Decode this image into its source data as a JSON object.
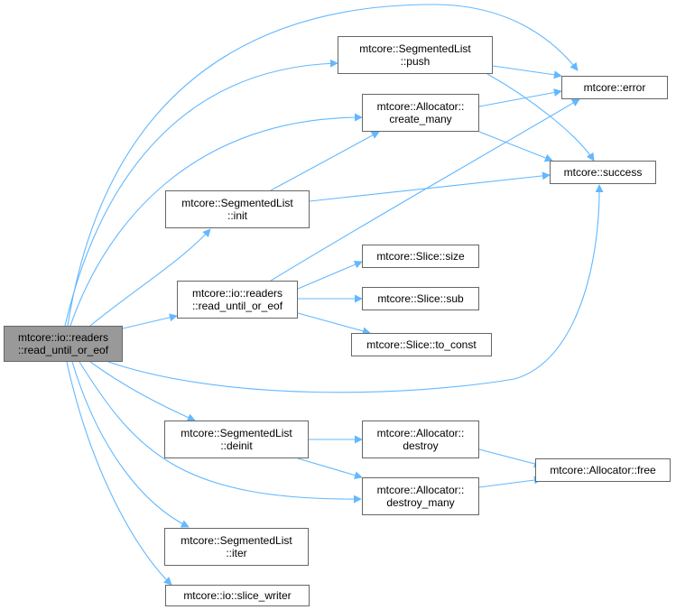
{
  "nodes": [
    {
      "id": "root",
      "lines": [
        "mtcore::io::readers",
        "::read_until_or_eof"
      ],
      "root": true
    },
    {
      "id": "push",
      "lines": [
        "mtcore::SegmentedList",
        "::push"
      ]
    },
    {
      "id": "error",
      "lines": [
        "mtcore::error"
      ]
    },
    {
      "id": "create_many",
      "lines": [
        "mtcore::Allocator::",
        "create_many"
      ]
    },
    {
      "id": "success",
      "lines": [
        "mtcore::success"
      ]
    },
    {
      "id": "init",
      "lines": [
        "mtcore::SegmentedList",
        "::init"
      ]
    },
    {
      "id": "size",
      "lines": [
        "mtcore::Slice::size"
      ]
    },
    {
      "id": "rue",
      "lines": [
        "mtcore::io::readers",
        "::read_until_or_eof"
      ]
    },
    {
      "id": "sub",
      "lines": [
        "mtcore::Slice::sub"
      ]
    },
    {
      "id": "to_const",
      "lines": [
        "mtcore::Slice::to_const"
      ]
    },
    {
      "id": "deinit",
      "lines": [
        "mtcore::SegmentedList",
        "::deinit"
      ]
    },
    {
      "id": "destroy",
      "lines": [
        "mtcore::Allocator::",
        "destroy"
      ]
    },
    {
      "id": "free",
      "lines": [
        "mtcore::Allocator::free"
      ]
    },
    {
      "id": "destroy_many",
      "lines": [
        "mtcore::Allocator::",
        "destroy_many"
      ]
    },
    {
      "id": "iter",
      "lines": [
        "mtcore::SegmentedList",
        "::iter"
      ]
    },
    {
      "id": "slice_writer",
      "lines": [
        "mtcore::io::slice_writer"
      ]
    }
  ],
  "edges": [
    [
      "root",
      "error"
    ],
    [
      "root",
      "push"
    ],
    [
      "root",
      "create_many"
    ],
    [
      "root",
      "init"
    ],
    [
      "root",
      "rue"
    ],
    [
      "root",
      "success"
    ],
    [
      "root",
      "deinit"
    ],
    [
      "root",
      "destroy_many"
    ],
    [
      "root",
      "iter"
    ],
    [
      "root",
      "slice_writer"
    ],
    [
      "push",
      "error"
    ],
    [
      "push",
      "success"
    ],
    [
      "create_many",
      "error"
    ],
    [
      "create_many",
      "success"
    ],
    [
      "init",
      "create_many"
    ],
    [
      "init",
      "success"
    ],
    [
      "rue",
      "error"
    ],
    [
      "rue",
      "size"
    ],
    [
      "rue",
      "sub"
    ],
    [
      "rue",
      "to_const"
    ],
    [
      "deinit",
      "destroy"
    ],
    [
      "deinit",
      "destroy_many"
    ],
    [
      "destroy",
      "free"
    ],
    [
      "destroy_many",
      "free"
    ]
  ],
  "colors": {
    "edge": "#63b8ff",
    "node_border": "#666666",
    "root_fill": "#999999"
  }
}
